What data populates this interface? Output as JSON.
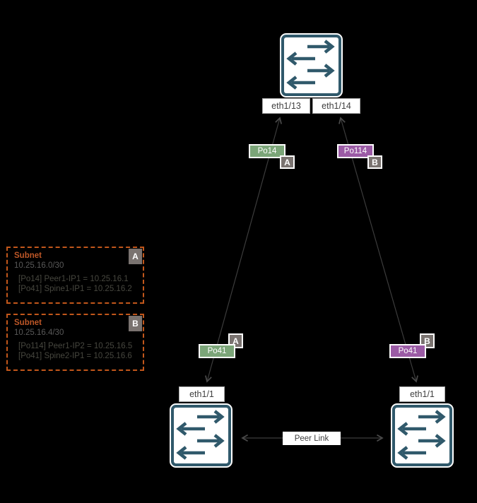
{
  "colors": {
    "background": "#000000",
    "switch_teal": "#30596B",
    "po_green": "#7BA578",
    "po_purple": "#9B5BA5",
    "badge_gray": "#7A7370",
    "wire_gray": "#3C3C3C",
    "subnet_border_orange": "#C2571B",
    "subnet_title_orange": "#BE5727"
  },
  "spine": {
    "ports": [
      {
        "label": "eth1/13"
      },
      {
        "label": "eth1/14"
      }
    ]
  },
  "links": [
    {
      "po_top": "Po14",
      "zone_top": "A",
      "po_bottom": "Po41",
      "zone_bottom": "A"
    },
    {
      "po_top": "Po114",
      "zone_top": "B",
      "po_bottom": "Po41",
      "zone_bottom": "B"
    }
  ],
  "peers": [
    {
      "port": "eth1/1"
    },
    {
      "port": "eth1/1"
    }
  ],
  "peer_link": {
    "label": "Peer Link"
  },
  "subnets": [
    {
      "zone": "A",
      "title": "Subnet",
      "cidr": "10.25.16.0/30",
      "lines": [
        "[Po14] Peer1-IP1 = 10.25.16.1",
        "[Po41] Spine1-IP1 = 10.25.16.2"
      ]
    },
    {
      "zone": "B",
      "title": "Subnet",
      "cidr": "10.25.16.4/30",
      "lines": [
        "[Po114] Peer1-IP2 = 10.25.16.5",
        "[Po41] Spine2-IP1 = 10.25.16.6"
      ]
    }
  ]
}
